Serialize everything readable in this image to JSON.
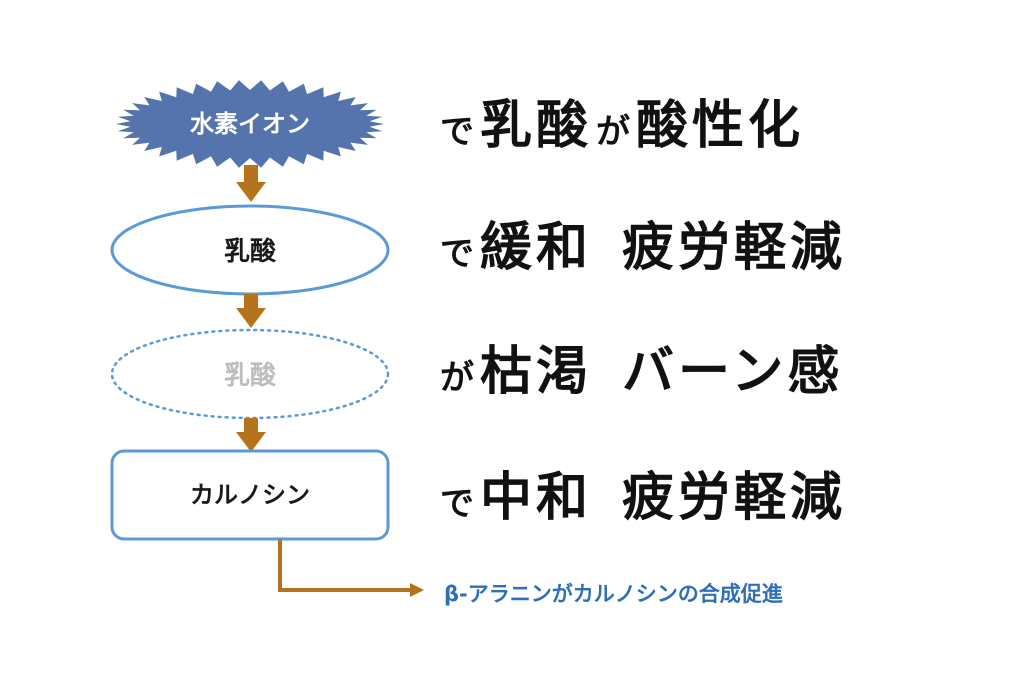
{
  "colors": {
    "starburst_fill": "#5574ad",
    "node_border": "#5b9bd5",
    "dotted_label": "#bdbdbd",
    "arrow": "#b5741c",
    "note_text": "#2e6fb7",
    "main_text": "#111111"
  },
  "nodes": {
    "hydrogen_ion": "水素イオン",
    "lactic_acid": "乳酸",
    "lactic_acid_depleted": "乳酸",
    "carnosine": "カルノシン"
  },
  "rows": [
    {
      "particle": "で",
      "term": "乳酸",
      "particle2": "が",
      "result": "酸性化"
    },
    {
      "particle": "で",
      "term": "緩和",
      "result": "疲労軽減"
    },
    {
      "particle": "が",
      "term": "枯渇",
      "result": "バーン感"
    },
    {
      "particle": "で",
      "term": "中和",
      "result": "疲労軽減"
    }
  ],
  "note": "β-アラニンがカルノシンの合成促進"
}
